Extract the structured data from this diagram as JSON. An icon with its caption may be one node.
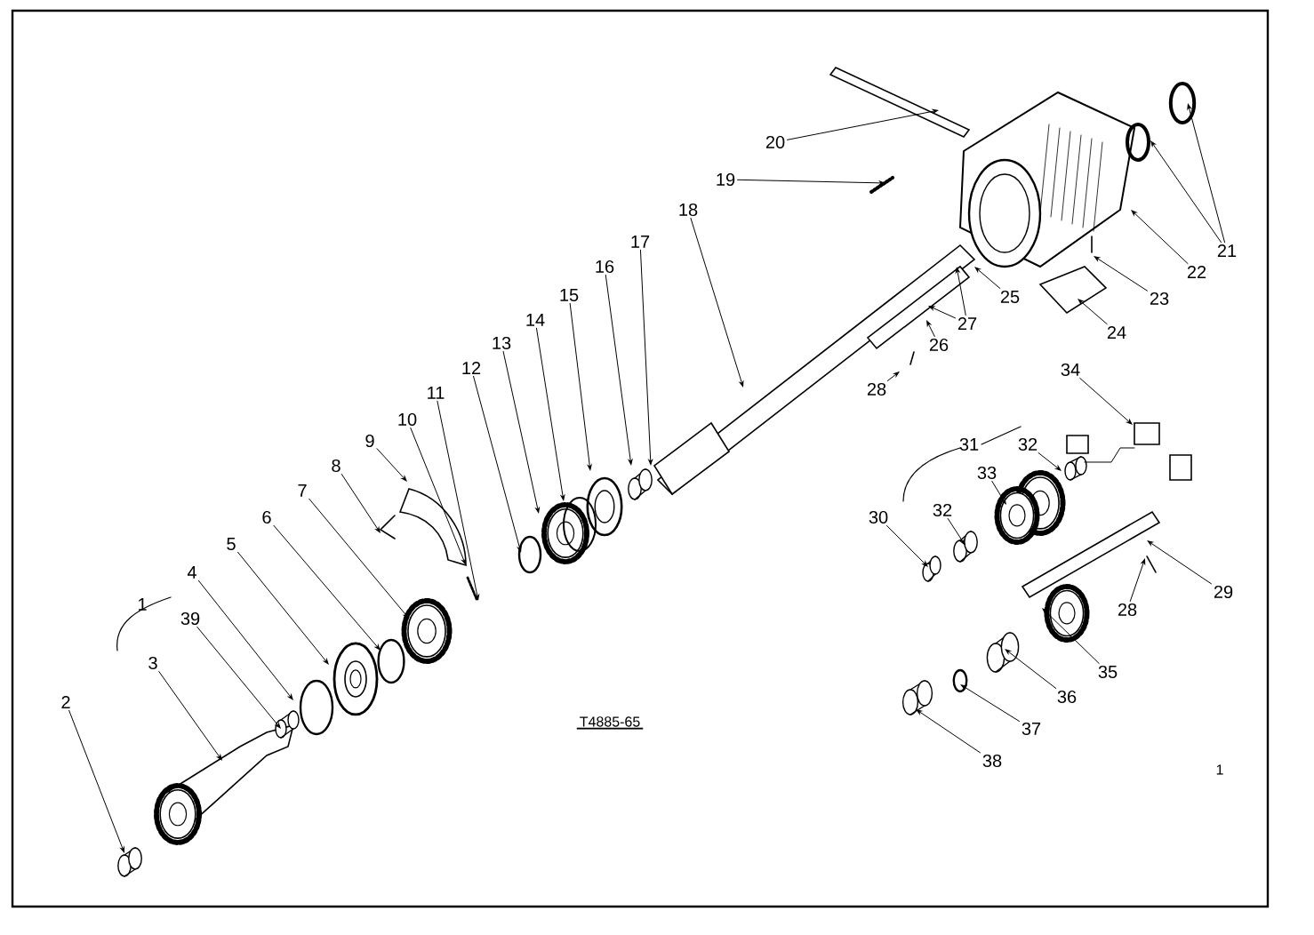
{
  "diagram": {
    "nodes": [
      {
        "text": [
          "2"
        ]
      },
      {
        "text": [
          "3"
        ]
      },
      {
        "text": [
          "39"
        ]
      },
      {
        "text": [
          "4"
        ]
      },
      {
        "text": [
          "5"
        ]
      },
      {
        "text": [
          "6"
        ]
      },
      {
        "text": [
          "7"
        ]
      },
      {
        "text": [
          "8"
        ]
      },
      {
        "text": [
          "9"
        ]
      },
      {
        "text": [
          "10"
        ]
      },
      {
        "text": [
          "11"
        ]
      },
      {
        "text": [
          "12"
        ]
      },
      {
        "text": [
          "13"
        ]
      },
      {
        "text": [
          "14"
        ]
      },
      {
        "text": [
          "15"
        ]
      },
      {
        "text": [
          "16"
        ]
      },
      {
        "text": [
          "17"
        ]
      },
      {
        "text": [
          "18"
        ]
      },
      {
        "text": [
          "19"
        ]
      },
      {
        "text": [
          "20"
        ]
      },
      {
        "text": [
          "21"
        ]
      },
      {
        "text": [
          "22"
        ]
      },
      {
        "text": [
          "23"
        ]
      },
      {
        "text": [
          "24"
        ]
      },
      {
        "text": [
          "25"
        ]
      },
      {
        "text": [
          "26"
        ]
      },
      {
        "text": [
          "27"
        ]
      },
      {
        "text": [
          "28"
        ]
      },
      {
        "text": [
          "28"
        ]
      },
      {
        "text": [
          "29"
        ]
      },
      {
        "text": [
          "30"
        ]
      },
      {
        "text": [
          "32"
        ]
      },
      {
        "text": [
          "32"
        ]
      },
      {
        "text": [
          "33"
        ]
      },
      {
        "text": [
          "34"
        ]
      },
      {
        "text": [
          "35"
        ]
      },
      {
        "text": [
          "36"
        ]
      },
      {
        "text": [
          "37"
        ]
      },
      {
        "text": [
          "38"
        ]
      }
    ],
    "edges": [
      {
        "from": 0,
        "to": null,
        "arrow": "to"
      },
      {
        "from": 1,
        "to": null,
        "arrow": "to"
      },
      {
        "from": 2,
        "to": null,
        "arrow": "to"
      },
      {
        "from": 3,
        "to": null,
        "arrow": "to"
      },
      {
        "from": 4,
        "to": null,
        "arrow": "to"
      },
      {
        "from": 5,
        "to": null,
        "arrow": "to"
      },
      {
        "from": 6,
        "to": null,
        "arrow": "to"
      },
      {
        "from": 7,
        "to": null,
        "arrow": "to"
      },
      {
        "from": 8,
        "to": null,
        "arrow": "to"
      },
      {
        "from": 9,
        "to": null,
        "arrow": "to"
      },
      {
        "from": 10,
        "to": null,
        "arrow": "to"
      },
      {
        "from": 11,
        "to": null,
        "arrow": "to"
      },
      {
        "from": 12,
        "to": null,
        "arrow": "to"
      },
      {
        "from": 13,
        "to": null,
        "arrow": "to"
      },
      {
        "from": 14,
        "to": null,
        "arrow": "to"
      },
      {
        "from": 15,
        "to": null,
        "arrow": "to"
      },
      {
        "from": 16,
        "to": null,
        "arrow": "to"
      },
      {
        "from": 17,
        "to": null,
        "arrow": "to"
      },
      {
        "from": 18,
        "to": null,
        "arrow": "to"
      },
      {
        "from": 19,
        "to": null,
        "arrow": "to"
      },
      {
        "from": 20,
        "to": null,
        "arrow": "to"
      },
      {
        "from": 20,
        "to": null,
        "arrow": "to"
      },
      {
        "from": 21,
        "to": null,
        "arrow": "to"
      },
      {
        "from": 22,
        "to": null,
        "arrow": "to"
      },
      {
        "from": 23,
        "to": null,
        "arrow": "to"
      },
      {
        "from": 24,
        "to": null,
        "arrow": "to"
      },
      {
        "from": 25,
        "to": null,
        "arrow": "to"
      },
      {
        "from": 26,
        "to": null,
        "arrow": "to"
      },
      {
        "from": 26,
        "to": null,
        "arrow": "to"
      },
      {
        "from": 27,
        "to": null,
        "arrow": "to"
      },
      {
        "from": 28,
        "to": null,
        "arrow": "to"
      },
      {
        "from": 29,
        "to": null,
        "arrow": "to"
      },
      {
        "from": 30,
        "to": null,
        "arrow": "to"
      },
      {
        "from": 31,
        "to": null,
        "arrow": "to"
      },
      {
        "from": 32,
        "to": null,
        "arrow": "to"
      },
      {
        "from": 33,
        "to": null,
        "arrow": "to"
      },
      {
        "from": 34,
        "to": null,
        "arrow": "to"
      },
      {
        "from": 35,
        "to": null,
        "arrow": "to"
      },
      {
        "from": 36,
        "to": null,
        "arrow": "to"
      },
      {
        "from": 37,
        "to": null,
        "arrow": "to"
      },
      {
        "from": 38,
        "to": null,
        "arrow": "to"
      }
    ],
    "labels": [
      "1",
      "31",
      "T4885-65",
      "1"
    ]
  }
}
